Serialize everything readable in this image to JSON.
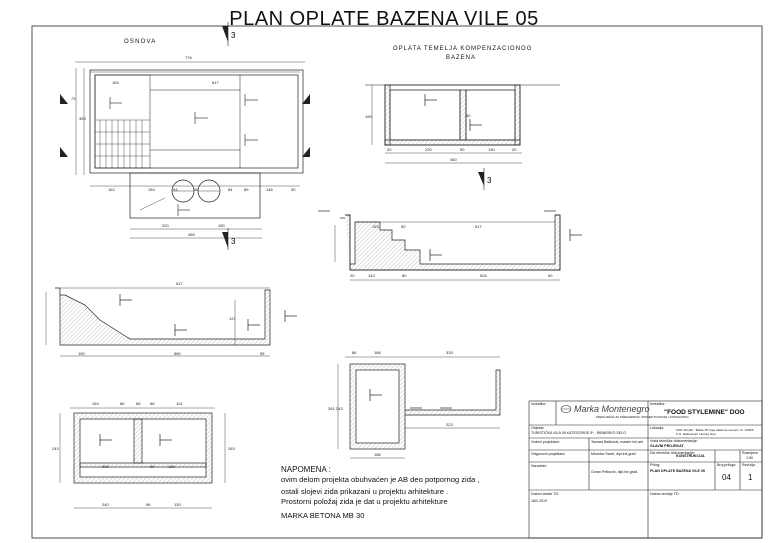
{
  "title": "PLAN OPLATE BAZENA VILE 05",
  "views": {
    "osnova": "OSNOVA",
    "temelj_line1": "OPLATA TEMELJA KOMPENZACIONOG",
    "temelj_line2": "BAZENA"
  },
  "section_marks": {
    "a": "3",
    "b": "3",
    "c": "3"
  },
  "dimensions": {
    "plan_top": "776",
    "plan_inner_top": "617",
    "plan_left_seg": "163",
    "plan_bottom": [
      "162",
      "154",
      "93",
      "58",
      "84",
      "89",
      "146",
      "30"
    ],
    "plan_base": [
      "220",
      "180"
    ],
    "plan_total_bottom": "465",
    "plan_side": [
      "20",
      "73",
      "353",
      "20"
    ],
    "temelj_bottom": [
      "20",
      "220",
      "50",
      "130",
      "20"
    ],
    "temelj_total": "460",
    "temelj_side": "190",
    "temelj_mid": "50",
    "sec1_top": [
      "153",
      "50",
      "517"
    ],
    "sec1_bottom": [
      "20",
      "143",
      "60",
      "526",
      "50"
    ],
    "sec2_top": "517",
    "sec2_bottom": [
      "150",
      "580",
      "55"
    ],
    "sec2_side": "121",
    "box3_top": [
      "86",
      "186",
      "333"
    ],
    "box3_side": [
      "261",
      "243"
    ],
    "box3_bottom": [
      "186",
      "223"
    ],
    "box4_top": [
      "154",
      "86",
      "65",
      "66",
      "114"
    ],
    "box4_inner": [
      "222",
      "90",
      "130"
    ],
    "box4_side": [
      "243",
      "263"
    ],
    "box4_bottom": [
      "240",
      "96",
      "130"
    ]
  },
  "notes": {
    "heading": "NAPOMENA :",
    "line1": "ovim delom projekta obuhvaćen je AB deo potpornog zida ,",
    "line2": "ostali slojevi zida prikazani u projektu arhitekture .",
    "line3": "Prostorni položaj zida je dat u projektu arhitekture",
    "concrete": "MARKA BETONA  MB 30"
  },
  "title_block": {
    "investor_label": "Investitor:",
    "investor_value": "\"FOOD STYLEMINE\" DOO",
    "company_name": "Marka Montenegro",
    "company_info": "PREDUZEĆE ZA INŽENJERING, PROJEKTOVANJE I KONSALTING",
    "object_label": "Objekat:",
    "object_value": "TURISTIČKA VILA 05 KATEGORIJE 5* - RIBARSKO SELO",
    "location_label": "Lokacija:",
    "location_value": "UPN 42-H4b, \"Bašta 15\" koja nalazi se na parc. br. 1768/5 K.O. Radovanići, Herceg Novi",
    "chief_label": "Vodeći projektant:",
    "chief_value": "Tamara Bašković, master inž.arh.",
    "doc_type_label": "Vrsta tehničke dokumentacije:",
    "doc_type_value": "GLAVNI PROJEKAT",
    "responsible_label": "Odgovorni projektant:",
    "responsible_value": "Miroslav Savić, dipl.inž.građ.",
    "part_label": "Dio tehničke dokumentacije:",
    "part_value": "KONSTRUKCIJA",
    "scale_label": "Razmjera:",
    "scale_value": "1:50",
    "associate_label": "Saradnici:",
    "associate_value": "Goran Petković, dipl.inž.građ.",
    "sheet_title_label": "Prilog:",
    "sheet_title_value": "PLAN OPLATE BAZENA VILE 05",
    "sheet_no_label": "Broj priloga:",
    "sheet_no_value": "04",
    "revision_label": "Revizija:",
    "revision_value": "1",
    "date_label": "Datum izrade TD:",
    "date_value": "JUN 2019",
    "review_label": "Datum revizije TD:"
  }
}
